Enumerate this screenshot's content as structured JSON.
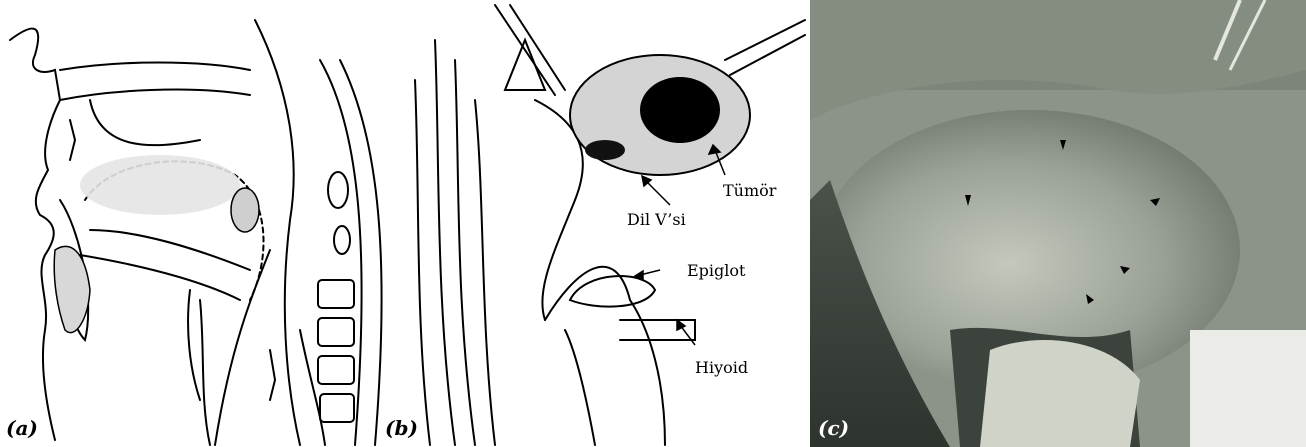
{
  "figure": {
    "panels": [
      {
        "label": "(a)"
      },
      {
        "label": "(b)"
      },
      {
        "label": "(c)"
      }
    ],
    "callouts": {
      "tumor": "Tümör",
      "tongue_v": "Dil V’si",
      "epiglottis": "Epiglot",
      "hyoid": "Hiyoid"
    }
  },
  "colors": {
    "line": "#000000",
    "tongue_shade": "#e4e4e4",
    "photo_base": "#8c9388",
    "tumor_fill": "#000000"
  }
}
